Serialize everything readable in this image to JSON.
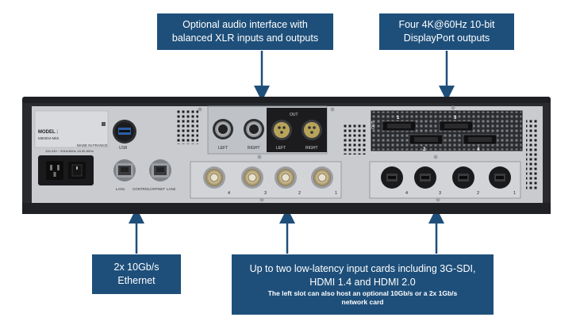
{
  "callouts": {
    "audio": {
      "line1": "Optional audio interface with",
      "line2": "balanced XLR inputs and outputs"
    },
    "displayport": {
      "line1": "Four 4K@60Hz 10-bit",
      "line2": "DisplayPort outputs"
    },
    "ethernet": {
      "line1": "2x 10Gb/s",
      "line2": "Ethernet"
    },
    "input_cards": {
      "line1": "Up to two low-latency input cards including 3G-SDI,",
      "line2": "HDMI 1.4 and HDMI 2.0",
      "note1": "The left slot can also host an optional 10Gb/s or a 2x 1Gb/s",
      "note2": "network card"
    }
  },
  "device_labels": {
    "model": "MODEL :",
    "model_number": "M50004-MkII",
    "made_in": "MADE IN FRANCE",
    "power_rating": "100-240 ~ 50Hz/60Hz 1A 50-60Hz",
    "usb": "USB",
    "lan1": "LAN1",
    "control": "CONTROL/ARTNET",
    "lan2": "LAN2",
    "audio_out": "OUT",
    "audio_left": "LEFT",
    "audio_right": "RIGHT",
    "dp_out": "OUT",
    "dp1": "1",
    "dp2": "2",
    "dp3": "3",
    "dp4": "4",
    "sdi4": "4",
    "sdi3": "3",
    "sdi2": "2",
    "sdi1": "1",
    "hdmi4": "4",
    "hdmi3": "3",
    "hdmi2": "2",
    "hdmi1": "1"
  },
  "colors": {
    "callout_bg": "#1e4f7a",
    "arrow": "#1e4f7a",
    "chassis": "#2a2b2e",
    "panel": "#c9cbcf"
  }
}
